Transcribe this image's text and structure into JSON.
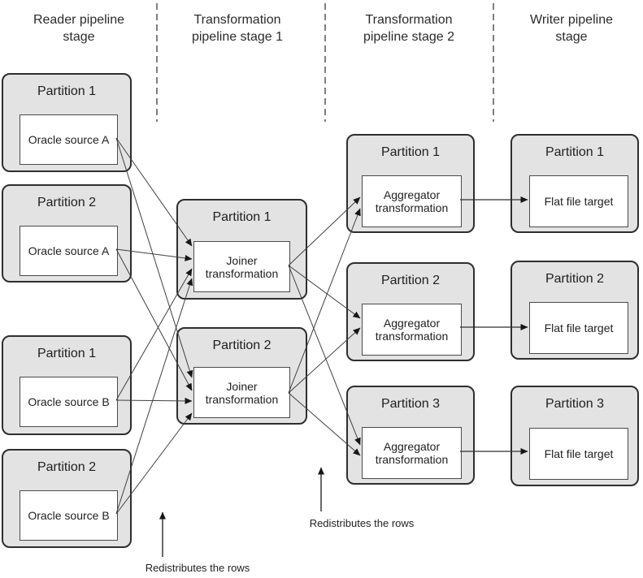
{
  "diagram": {
    "columns": [
      {
        "header": "Reader pipeline stage",
        "boxes": [
          {
            "title": "Partition 1",
            "node": "Oracle source A"
          },
          {
            "title": "Partition 2",
            "node": "Oracle source A"
          },
          {
            "title": "Partition 1",
            "node": "Oracle source B"
          },
          {
            "title": "Partition 2",
            "node": "Oracle source B"
          }
        ]
      },
      {
        "header": "Transformation pipeline stage 1",
        "boxes": [
          {
            "title": "Partition 1",
            "node": "Joiner transformation"
          },
          {
            "title": "Partition 2",
            "node": "Joiner transformation"
          }
        ]
      },
      {
        "header": "Transformation pipeline stage 2",
        "boxes": [
          {
            "title": "Partition 1",
            "node": "Aggregator transformation"
          },
          {
            "title": "Partition 2",
            "node": "Aggregator transformation"
          },
          {
            "title": "Partition 3",
            "node": "Aggregator transformation"
          }
        ]
      },
      {
        "header": "Writer pipeline stage",
        "boxes": [
          {
            "title": "Partition 1",
            "node": "Flat file target"
          },
          {
            "title": "Partition 2",
            "node": "Flat file target"
          },
          {
            "title": "Partition 3",
            "node": "Flat file target"
          }
        ]
      }
    ],
    "annotations": [
      {
        "text": "Redistributes the rows"
      },
      {
        "text": "Redistributes the rows"
      }
    ],
    "colors": {
      "partition_fill": "#e3e3e3",
      "partition_border": "#2e2e2e",
      "node_fill": "#ffffff",
      "node_border": "#4a4a4a",
      "connector": "#3f3f3f",
      "background": "#ffffff"
    }
  }
}
